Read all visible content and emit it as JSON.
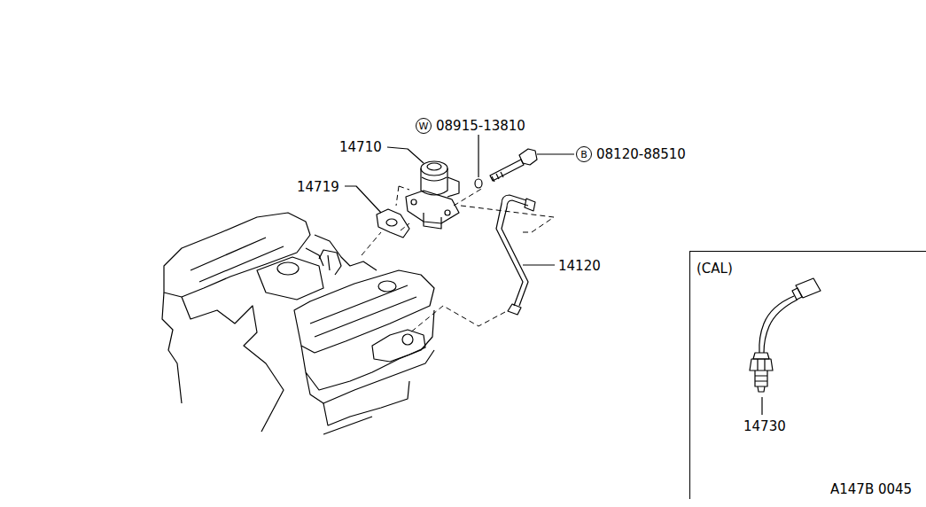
{
  "diagram": {
    "nodes": [
      {
        "text": [
          "W"
        ]
      },
      {
        "text": [
          "B"
        ]
      },
      {
        "text": [
          "(CAL)",
          "14730"
        ]
      }
    ],
    "labels": [
      "08915-13810",
      "14710",
      "08120-88510",
      "14719",
      "14120",
      "A147B 0045"
    ]
  }
}
